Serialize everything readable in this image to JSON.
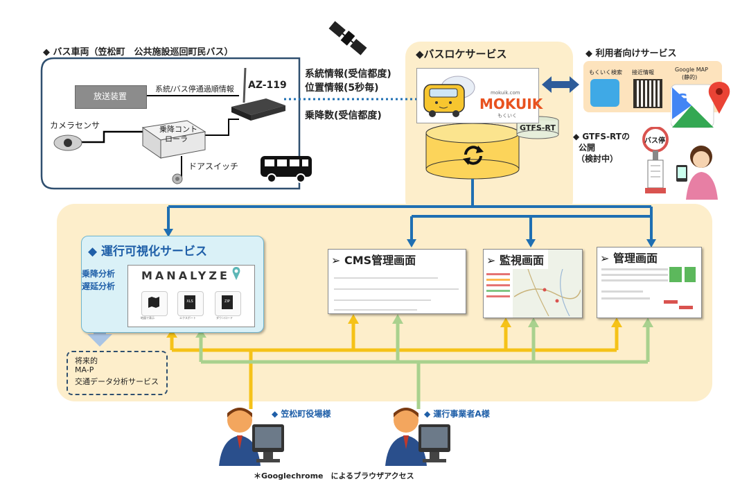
{
  "vehicle": {
    "title": "◆ バス車両（笠松町　公共施設巡回町民バス）",
    "broadcast": "放送装置",
    "camera": "カメラセンサ",
    "controller": [
      "乗降コント",
      "ローラ"
    ],
    "door_switch": "ドアスイッチ",
    "device": "AZ-119",
    "flow_label": "系統/バス停通過順情報"
  },
  "links": {
    "line1": "系統情報(受信都度)",
    "line2": "位置情報(5秒毎)",
    "line3": "乗降数(受信都度)"
  },
  "service": {
    "title": "◆バスロケサービス",
    "brand_small": "mokuik.com",
    "brand": "MOKUIK",
    "brand_sub": "もくいく",
    "gtfs": "GTFS-RT"
  },
  "user_service": {
    "title": "◆ 利用者向けサービス",
    "items": [
      "もくいく検索",
      "接近情報",
      "Google MAP",
      "(静的)"
    ]
  },
  "gtfs_publish": [
    "◆ GTFS-RTの",
    "公開",
    "（検討中）"
  ],
  "bus_stop": "バス停",
  "viz": {
    "title": "◆ 運行可視化サービス",
    "labels": [
      "乗降分析",
      "遅延分析"
    ],
    "logo": "MANALYZE",
    "icons": [
      {
        "icon": "map-icon",
        "label": "地図で表示"
      },
      {
        "icon": "xls-icon",
        "label": "エクスポート"
      },
      {
        "icon": "zip-icon",
        "label": "ダウンロード"
      }
    ],
    "icon_text": [
      "XLS",
      "ZIP"
    ]
  },
  "future": [
    "将来的",
    "MA-P",
    "交通データ分析サービス"
  ],
  "screens": {
    "cms": "➢ CMS管理画面",
    "monitor": "➢ 監視画面",
    "admin": "➢ 管理画面"
  },
  "users": {
    "town": "◆ 笠松町役場様",
    "operator": "◆ 運行事業者A様"
  },
  "footnote": "＊Googlechrome　によるブラウザアクセス",
  "colors": {
    "service_bg": "#fdeecb",
    "viz_bg": "#daf1f7",
    "blue_arrow": "#1f6fb2",
    "yellow_arrow": "#f5c218",
    "green_arrow": "#a9d18e",
    "vehicle_border": "#2f4f6f"
  }
}
